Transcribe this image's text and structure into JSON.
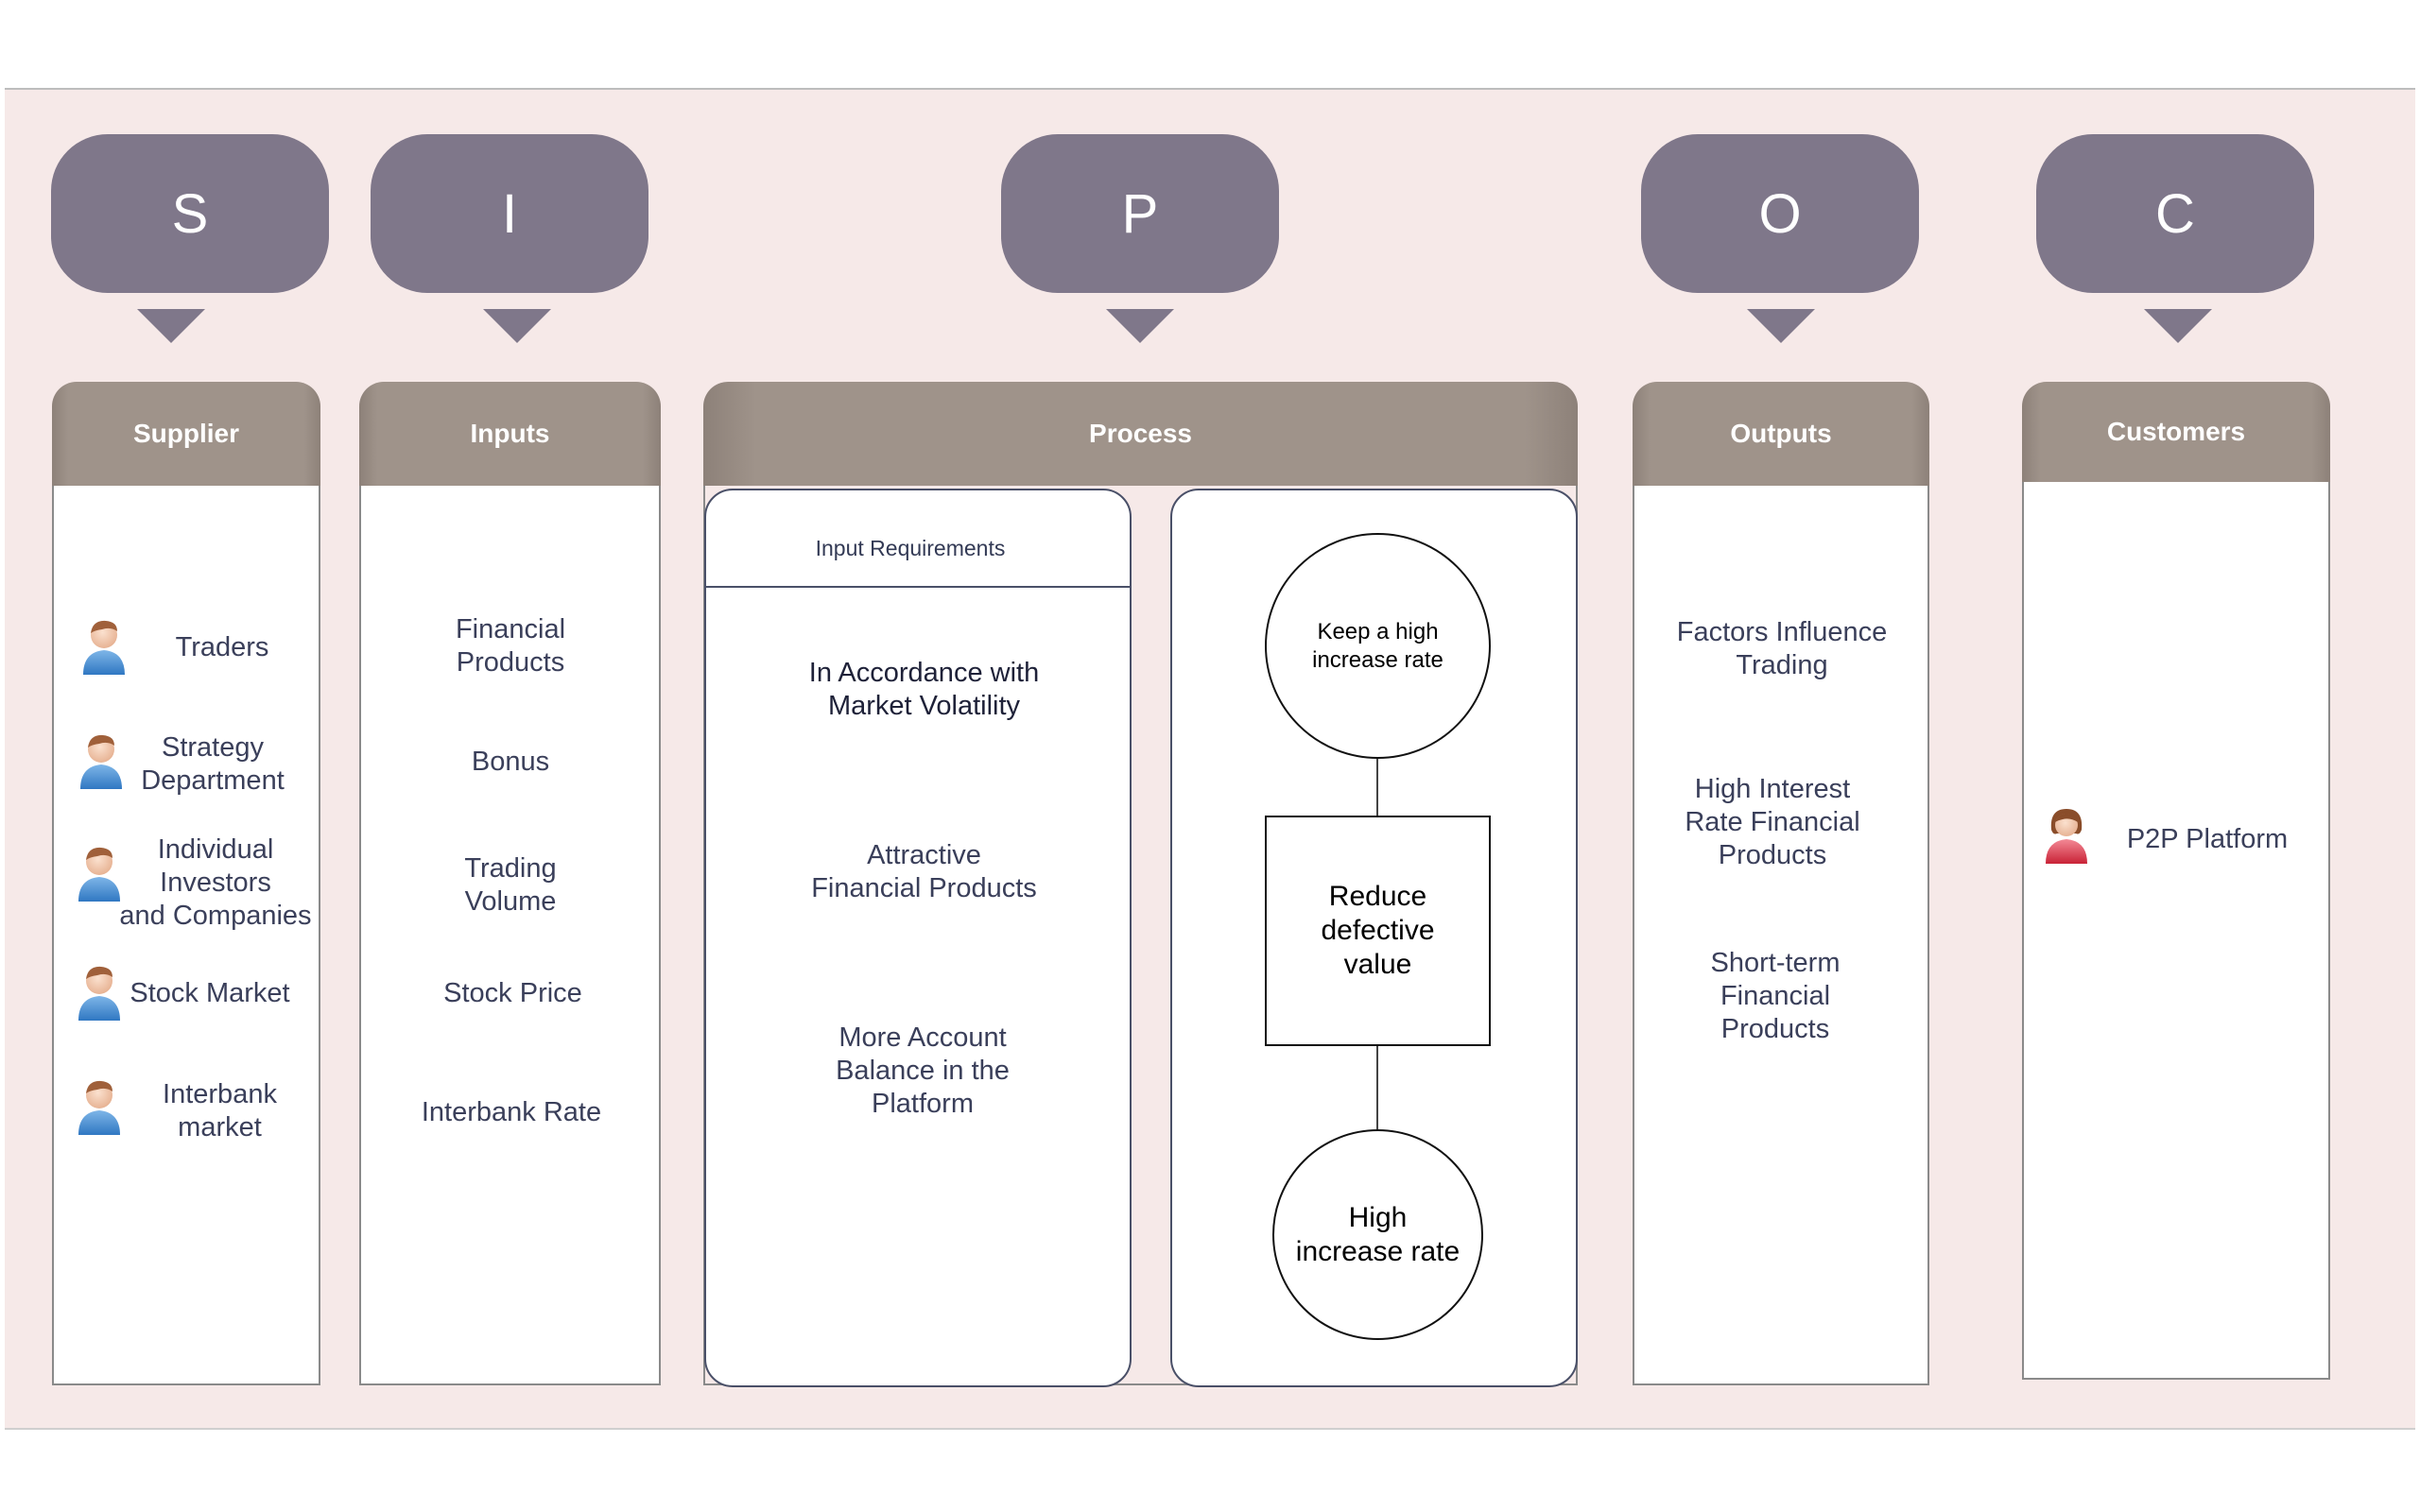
{
  "sipoc": {
    "letters": [
      "S",
      "I",
      "P",
      "O",
      "C"
    ]
  },
  "headers": {
    "supplier": "Supplier",
    "inputs": "Inputs",
    "process": "Process",
    "outputs": "Outputs",
    "customers": "Customers"
  },
  "suppliers": [
    {
      "label": "Traders",
      "icon": "person-male-blue-icon"
    },
    {
      "label": "Strategy\nDepartment",
      "icon": "person-male-blue-icon"
    },
    {
      "label": "Individual\nInvestors\nand Companies",
      "icon": "person-male-blue-icon"
    },
    {
      "label": "Stock Market",
      "icon": "person-male-blue-icon"
    },
    {
      "label": "Interbank\nmarket",
      "icon": "person-male-blue-icon"
    }
  ],
  "inputs": [
    "Financial\nProducts",
    "Bonus",
    "Trading\nVolume",
    "Stock Price",
    "Interbank Rate"
  ],
  "process": {
    "requirements_title": "Input Requirements",
    "requirements": [
      "In Accordance with\nMarket Volatility",
      "Attractive\nFinancial Products",
      "More Account\nBalance in the\nPlatform"
    ],
    "flow": {
      "top": "Keep a high\nincrease rate",
      "middle": "Reduce\ndefective\nvalue",
      "bottom": "High\nincrease rate"
    }
  },
  "outputs": [
    "Factors Influence\nTrading",
    "High Interest\nRate Financial\nProducts",
    "Short-term\nFinancial\nProducts"
  ],
  "customers": [
    {
      "label": "P2P Platform",
      "icon": "person-female-red-icon"
    }
  ],
  "colors": {
    "letter_bubble": "#7f778a",
    "header": "#9f938a",
    "background": "#f6e9e8",
    "text": "#3a3f5a"
  }
}
